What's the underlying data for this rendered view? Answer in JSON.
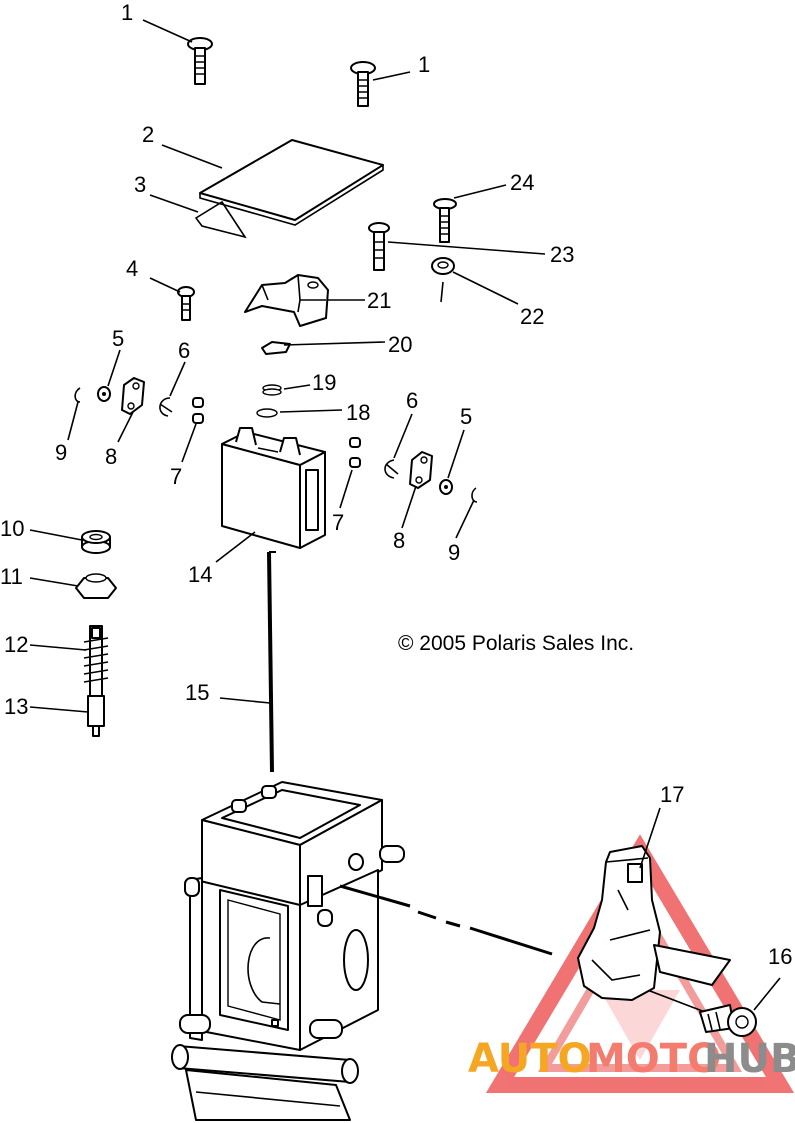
{
  "copyright": "© 2005 Polaris Sales Inc.",
  "watermark": {
    "parts": [
      "AUTO",
      "MOTO",
      "HUB"
    ],
    "colors": [
      "#f5a623",
      "#f47c6e",
      "#8c8c8c"
    ]
  },
  "callouts": [
    "1",
    "1",
    "2",
    "3",
    "24",
    "23",
    "22",
    "4",
    "21",
    "20",
    "5",
    "6",
    "19",
    "18",
    "9",
    "8",
    "7",
    "6",
    "5",
    "7",
    "8",
    "9",
    "10",
    "14",
    "11",
    "12",
    "15",
    "13",
    "17",
    "16"
  ],
  "colors": {
    "line": "#000000",
    "watermark_triangle": "#ef5a5a"
  }
}
